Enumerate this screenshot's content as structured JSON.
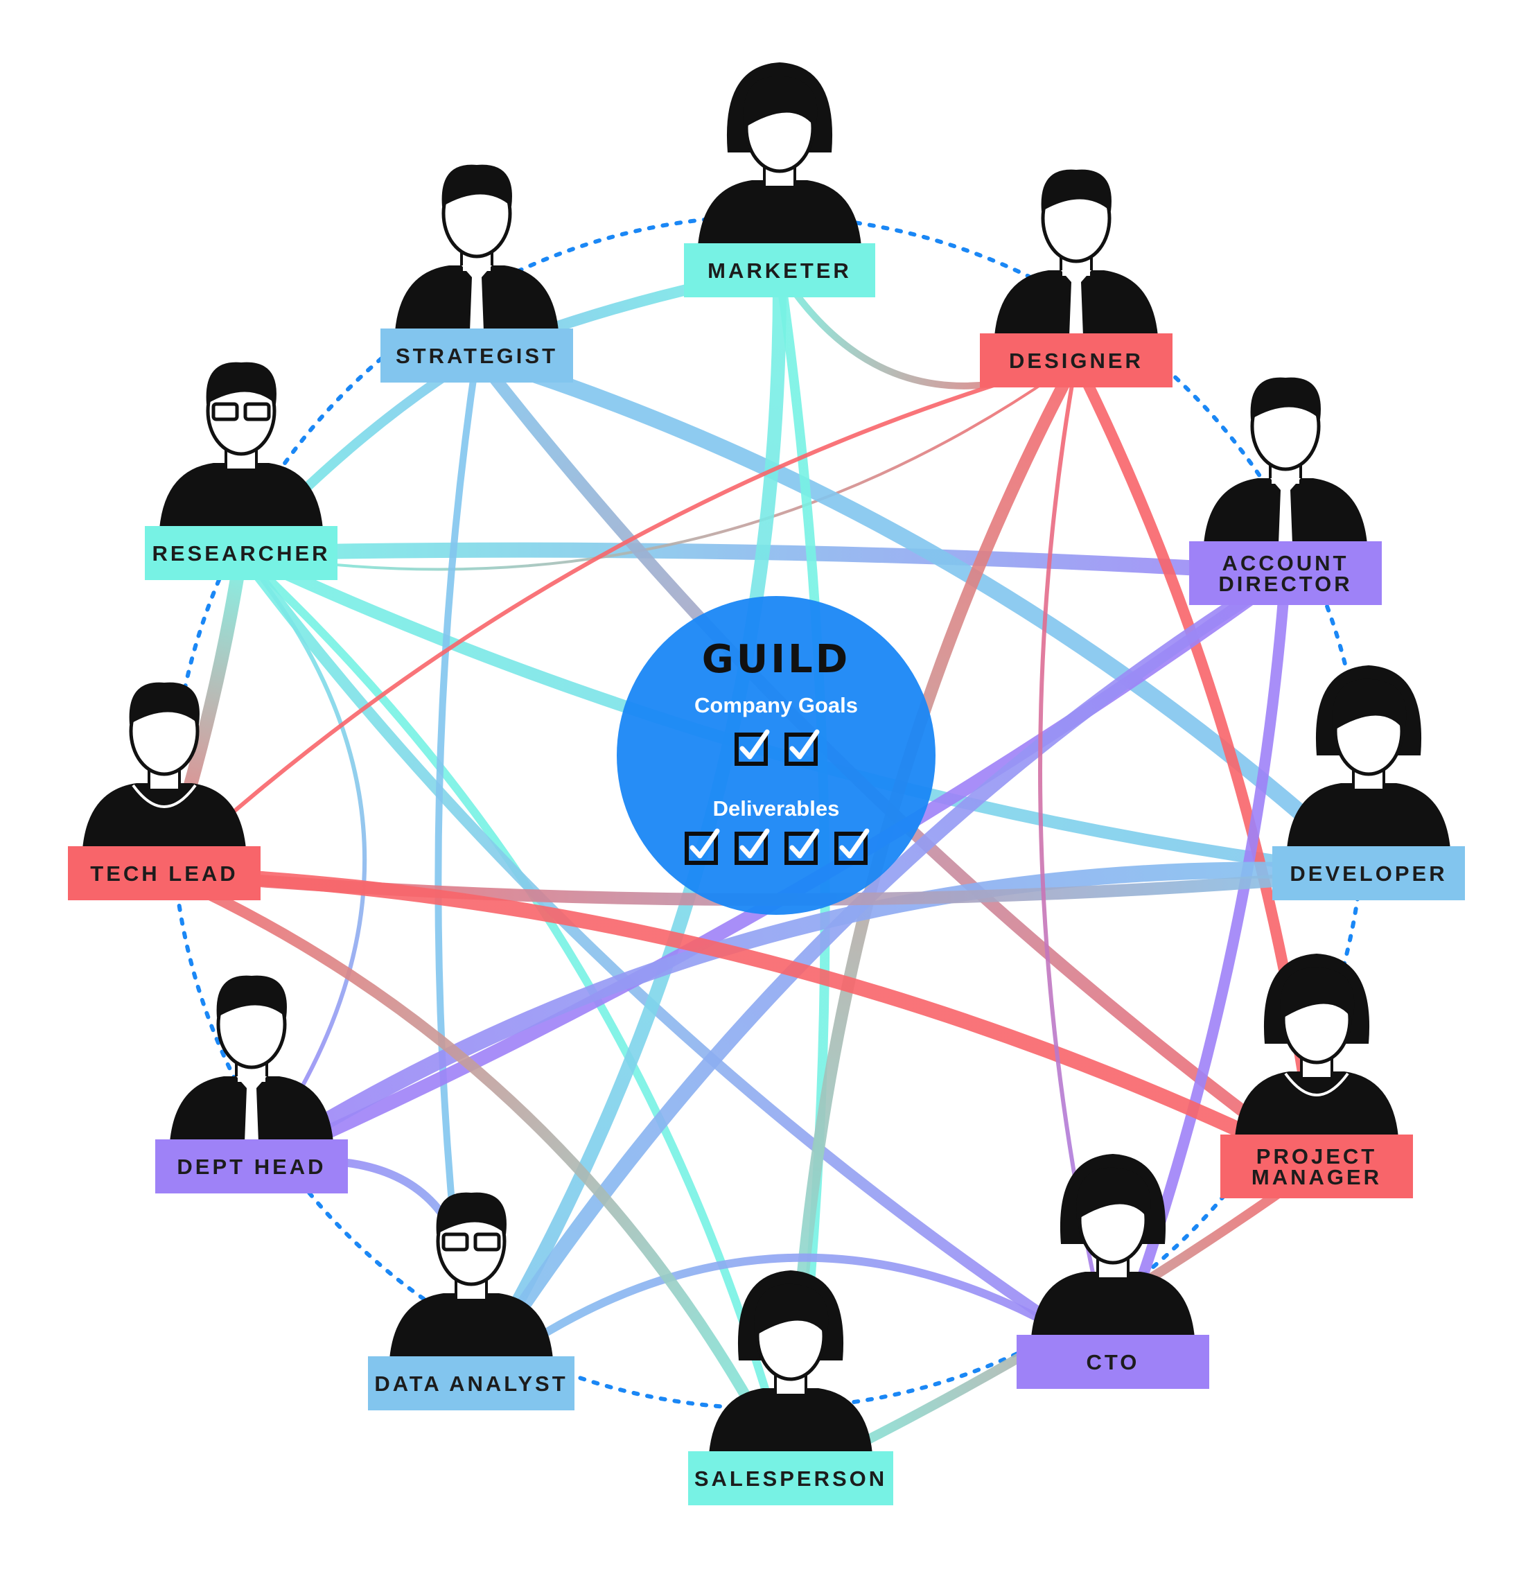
{
  "hub": {
    "title": "GUILD",
    "goals_label": "Company Goals",
    "goals_checks": 2,
    "deliverables_label": "Deliverables",
    "deliverables_checks": 4,
    "color": "#1a87f5"
  },
  "roles": [
    {
      "id": "marketer",
      "lines": [
        "MARKETER"
      ],
      "color": "#77f2e4",
      "avatar": "woman-bob"
    },
    {
      "id": "designer",
      "lines": [
        "DESIGNER"
      ],
      "color": "#f8656a",
      "avatar": "man-tie"
    },
    {
      "id": "account-director",
      "lines": [
        "ACCOUNT",
        "DIRECTOR"
      ],
      "color": "#9e82f7",
      "avatar": "man-tie"
    },
    {
      "id": "developer",
      "lines": [
        "DEVELOPER"
      ],
      "color": "#82c5ee",
      "avatar": "woman-bob"
    },
    {
      "id": "project-manager",
      "lines": [
        "PROJECT",
        "MANAGER"
      ],
      "color": "#f8656a",
      "avatar": "woman-necklace"
    },
    {
      "id": "cto",
      "lines": [
        "CTO"
      ],
      "color": "#9e82f7",
      "avatar": "woman-ponytail"
    },
    {
      "id": "salesperson",
      "lines": [
        "SALESPERSON"
      ],
      "color": "#77f2e4",
      "avatar": "woman-bob"
    },
    {
      "id": "data-analyst",
      "lines": [
        "DATA ANALYST"
      ],
      "color": "#82c5ee",
      "avatar": "man-glasses"
    },
    {
      "id": "dept-head",
      "lines": [
        "DEPT HEAD"
      ],
      "color": "#9e82f7",
      "avatar": "man-tie"
    },
    {
      "id": "tech-lead",
      "lines": [
        "TECH LEAD"
      ],
      "color": "#f8656a",
      "avatar": "man-necklace"
    },
    {
      "id": "researcher",
      "lines": [
        "RESEARCHER"
      ],
      "color": "#77f2e4",
      "avatar": "man-glasses"
    },
    {
      "id": "strategist",
      "lines": [
        "STRATEGIST"
      ],
      "color": "#82c5ee",
      "avatar": "man-tie"
    }
  ],
  "connections": [
    [
      "researcher",
      "account-director"
    ],
    [
      "researcher",
      "developer"
    ],
    [
      "researcher",
      "salesperson"
    ],
    [
      "researcher",
      "cto"
    ],
    [
      "researcher",
      "dept-head"
    ],
    [
      "researcher",
      "tech-lead"
    ],
    [
      "researcher",
      "strategist"
    ],
    [
      "researcher",
      "designer"
    ],
    [
      "strategist",
      "developer"
    ],
    [
      "strategist",
      "project-manager"
    ],
    [
      "strategist",
      "marketer"
    ],
    [
      "strategist",
      "data-analyst"
    ],
    [
      "marketer",
      "data-analyst"
    ],
    [
      "marketer",
      "designer"
    ],
    [
      "marketer",
      "salesperson"
    ],
    [
      "designer",
      "salesperson"
    ],
    [
      "designer",
      "project-manager"
    ],
    [
      "designer",
      "tech-lead"
    ],
    [
      "account-director",
      "dept-head"
    ],
    [
      "account-director",
      "data-analyst"
    ],
    [
      "account-director",
      "cto"
    ],
    [
      "developer",
      "dept-head"
    ],
    [
      "developer",
      "tech-lead"
    ],
    [
      "project-manager",
      "tech-lead"
    ],
    [
      "project-manager",
      "salesperson"
    ],
    [
      "cto",
      "data-analyst"
    ],
    [
      "cto",
      "designer"
    ],
    [
      "salesperson",
      "tech-lead"
    ],
    [
      "dept-head",
      "data-analyst"
    ]
  ]
}
